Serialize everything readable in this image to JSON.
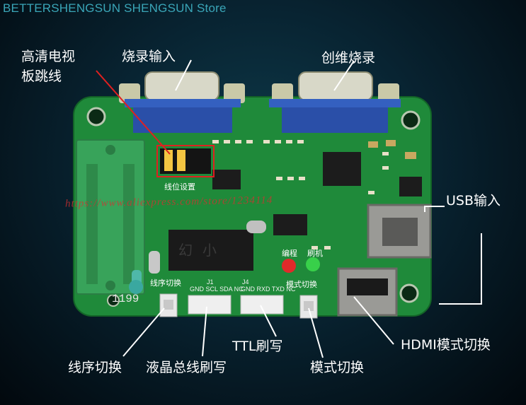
{
  "store_banner": "BETTERSHENGSUN SHENGSUN Store",
  "callouts": {
    "hdtv_jumper_line1": "高清电视",
    "hdtv_jumper_line2": "板跳线",
    "burn_input": "烧录输入",
    "chuangwei_burn": "创维烧录",
    "usb_input": "USB输入",
    "hdmi_mode_switch": "HDMI模式切换",
    "ttl_flash": "TTL刷写",
    "mode_switch": "模式切换",
    "lcd_bus_flash": "液晶总线刷写",
    "line_order_switch": "线序切换"
  },
  "board_print": {
    "line_position_setting": "线位设置",
    "burn_label": "编程",
    "flash_label": "刷机",
    "line_order_switch": "线序切换",
    "mode_switch": "模式切换",
    "j1_pins": "GND SCL SDA NC",
    "j1": "J1",
    "j4_pins": "GND RXD TXD NC",
    "j4": "J4",
    "chip_marking": "幻小",
    "serial": "1199"
  },
  "watermark": "https://www.aliexpress.com/store/1234114",
  "colors": {
    "pcb": "#1f8a3a",
    "connector_blue": "#2a4fa8",
    "socket_green": "#38a35a",
    "callout_line": "#ffffff",
    "callout_line_red": "#e02020"
  }
}
